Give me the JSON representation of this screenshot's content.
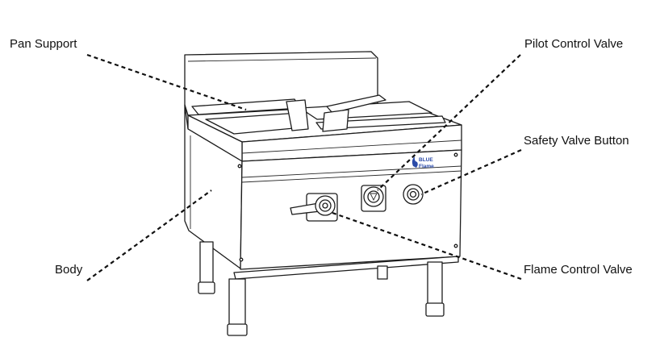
{
  "labels": {
    "pan_support": "Pan Support",
    "pilot_control_valve": "Pilot Control Valve",
    "safety_valve_button": "Safety Valve Button",
    "body": "Body",
    "flame_control_valve": "Flame Control Valve"
  },
  "brand": {
    "line1": "BLUE",
    "line2": "Flame"
  },
  "colors": {
    "line": "#1c1c1c",
    "brand": "#2a4aa8"
  }
}
